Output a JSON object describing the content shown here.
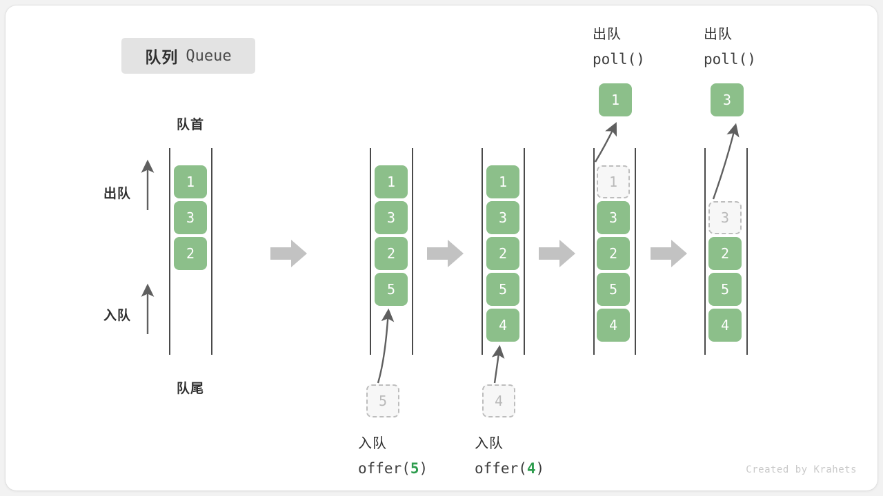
{
  "title": {
    "cn": "队列",
    "en": "Queue"
  },
  "labels": {
    "head": "队首",
    "tail": "队尾",
    "dequeue_side": "出队",
    "enqueue_side": "入队"
  },
  "watermark": "Created by Krahets",
  "colors": {
    "cell_fill": "#8cbf8a",
    "cell_text": "#ffffff",
    "ghost_fill": "#f7f7f7",
    "ghost_border": "#bdbdbd",
    "ghost_text": "#b9b9b9",
    "rail": "#4a4a4a",
    "block_arrow": "#c2c2c2",
    "curve_arrow": "#5f5f5f",
    "badge_bg": "#e3e3e3",
    "code_arg": "#2d9c4d",
    "card_bg": "#ffffff",
    "page_bg": "#f2f2f2",
    "watermark": "#c9c9c9"
  },
  "stages": [
    {
      "name": "initial",
      "cells": [
        "1",
        "3",
        "2"
      ],
      "ghost_index": null,
      "operation": null,
      "incoming": null,
      "outgoing": null
    },
    {
      "name": "offer-5",
      "cells": [
        "1",
        "3",
        "2",
        "5"
      ],
      "ghost_index": null,
      "operation": {
        "cn": "入队",
        "code_prefix": "offer(",
        "code_arg": "5",
        "code_suffix": ")"
      },
      "incoming": "5",
      "outgoing": null
    },
    {
      "name": "offer-4",
      "cells": [
        "1",
        "3",
        "2",
        "5",
        "4"
      ],
      "ghost_index": null,
      "operation": {
        "cn": "入队",
        "code_prefix": "offer(",
        "code_arg": "4",
        "code_suffix": ")"
      },
      "incoming": "4",
      "outgoing": null
    },
    {
      "name": "poll-1",
      "cells": [
        "1",
        "3",
        "2",
        "5",
        "4"
      ],
      "ghost_index": 0,
      "operation": {
        "cn": "出队",
        "code_prefix": "poll(",
        "code_arg": "",
        "code_suffix": ")"
      },
      "incoming": null,
      "outgoing": "1"
    },
    {
      "name": "poll-3",
      "cells": [
        "",
        "3",
        "2",
        "5",
        "4"
      ],
      "ghost_index": 1,
      "operation": {
        "cn": "出队",
        "code_prefix": "poll(",
        "code_arg": "",
        "code_suffix": ")"
      },
      "incoming": null,
      "outgoing": "3"
    }
  ],
  "stage1": {
    "cells": [
      "1",
      "3",
      "2"
    ]
  },
  "stage2": {
    "cells": [
      "1",
      "3",
      "2",
      "5"
    ],
    "incoming": "5",
    "op_cn": "入队",
    "op_pre": "offer(",
    "op_arg": "5",
    "op_post": ")"
  },
  "stage3": {
    "cells": [
      "1",
      "3",
      "2",
      "5",
      "4"
    ],
    "incoming": "4",
    "op_cn": "入队",
    "op_pre": "offer(",
    "op_arg": "4",
    "op_post": ")"
  },
  "stage4": {
    "ghost": "1",
    "cells": [
      "3",
      "2",
      "5",
      "4"
    ],
    "outgoing": "1",
    "op_cn": "出队",
    "op_code": "poll()"
  },
  "stage5": {
    "ghost": "3",
    "cells": [
      "2",
      "5",
      "4"
    ],
    "outgoing": "3",
    "op_cn": "出队",
    "op_code": "poll()"
  }
}
